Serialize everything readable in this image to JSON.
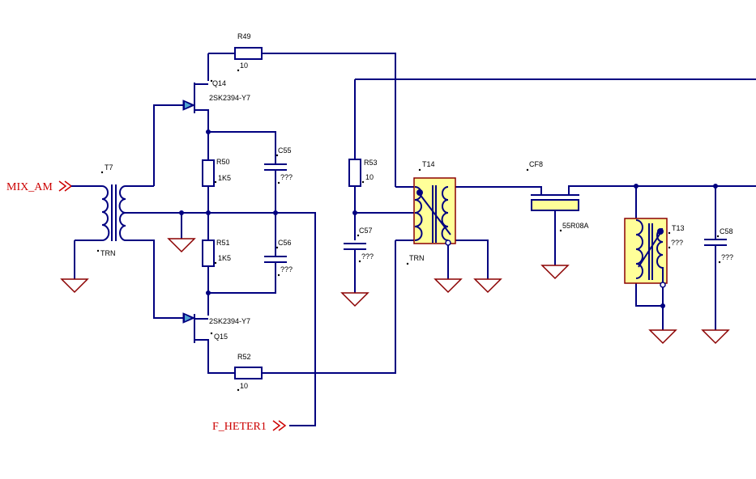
{
  "ports": {
    "mix_am": "MIX_AM",
    "f_heter": "F_HETER1"
  },
  "components": {
    "r49": {
      "designator": "R49",
      "value": "10"
    },
    "r50": {
      "designator": "R50",
      "value": "1K5"
    },
    "r51": {
      "designator": "R51",
      "value": "1K5"
    },
    "r52": {
      "designator": "R52",
      "value": "10"
    },
    "r53": {
      "designator": "R53",
      "value": "10"
    },
    "c55": {
      "designator": "C55",
      "value": "???"
    },
    "c56": {
      "designator": "C56",
      "value": "???"
    },
    "c57": {
      "designator": "C57",
      "value": "???"
    },
    "c58": {
      "designator": "C58",
      "value": "???"
    },
    "q14": {
      "designator": "Q14",
      "part": "2SK2394-Y7"
    },
    "q15": {
      "designator": "Q15",
      "part": "2SK2394-Y7"
    },
    "t7": {
      "designator": "T7",
      "value": "TRN"
    },
    "t14": {
      "designator": "T14",
      "value": "TRN"
    },
    "t13": {
      "designator": "T13",
      "value": "???"
    },
    "cf8": {
      "designator": "CF8",
      "value": "55R08A"
    }
  },
  "colors": {
    "wire": "#000080",
    "ground": "#8b0000",
    "port": "#cc0000",
    "transformer_fill": "#ffff99"
  }
}
